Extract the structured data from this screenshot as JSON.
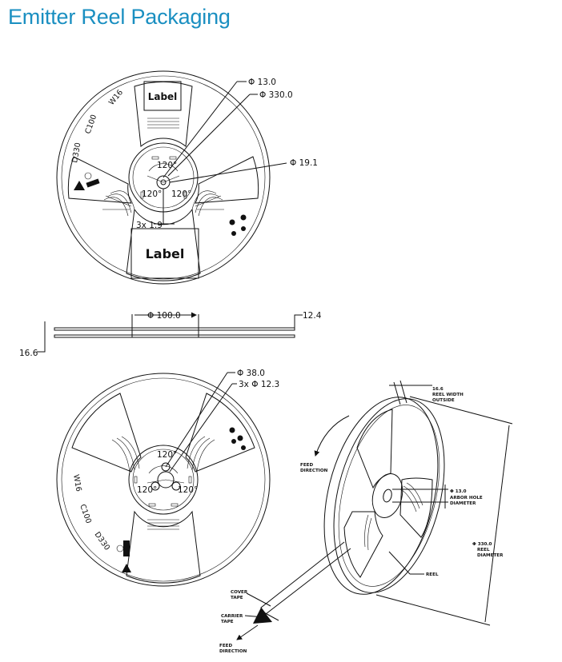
{
  "page": {
    "title": "Emitter Reel Packaging",
    "title_color": "#1a8fc1"
  },
  "top_reel": {
    "label_top": "Label",
    "label_bottom": "Label",
    "dims": {
      "hub": "Φ 13.0",
      "outer": "Φ 330.0",
      "inner": "Φ 19.1",
      "slot": "3x 1.9"
    },
    "angles": [
      "120°",
      "120°",
      "120°"
    ],
    "markings": [
      "W16",
      "C100",
      "D330"
    ]
  },
  "side_view": {
    "dims": {
      "flange": "Φ 100.0",
      "thickness": "12.4",
      "overall": "16.6"
    }
  },
  "bottom_reel": {
    "dims": {
      "hub": "Φ 38.0",
      "holes": "3x  Φ 12.3"
    },
    "angles": [
      "120°",
      "120°",
      "120°"
    ],
    "markings": [
      "W16",
      "C100",
      "D330"
    ]
  },
  "perspective": {
    "width_value": "16.6",
    "width_label_1": "REEL WIDTH",
    "width_label_2": "OUTSIDE",
    "arbor_value": "Φ 13.0",
    "arbor_label_1": "ARBOR HOLE",
    "arbor_label_2": "DIAMETER",
    "diameter_value": "Φ 330.0",
    "diameter_label_1": "REEL",
    "diameter_label_2": "DIAMETER",
    "reel_label": "REEL",
    "feed_1a": "FEED",
    "feed_1b": "DIRECTION",
    "cover_1": "COVER",
    "cover_2": "TAPE",
    "carrier_1": "CARRIER",
    "carrier_2": "TAPE",
    "feed_2a": "FEED",
    "feed_2b": "DIRECTION"
  }
}
